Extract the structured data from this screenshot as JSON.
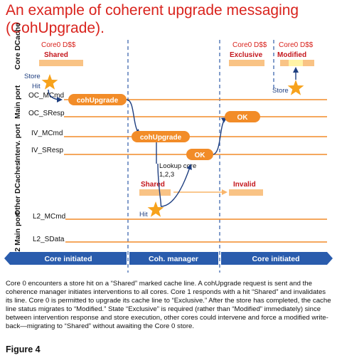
{
  "title": "An example of coherent upgrade messaging (CohUpgrade).",
  "lanes": {
    "core_dcache": "Core DCache",
    "main_port": "Main port",
    "interv_port": "Interv. port",
    "other_dcaches": "Other DCaches",
    "l2_main_port": "L2 Main port"
  },
  "signals": {
    "oc_mcmd": "OC_MCmd",
    "oc_sresp": "OC_SResp",
    "iv_mcmd": "IV_MCmd",
    "iv_sresp": "IV_SResp",
    "l2_mcmd": "L2_MCmd",
    "l2_sdata": "L2_SData"
  },
  "cache_headers": {
    "core0_1": "Core0 D$$",
    "core0_2": "Core0 D$$",
    "core0_3": "Core0 D$$"
  },
  "states": {
    "shared": "Shared",
    "exclusive": "Exclusive",
    "modified": "Modified",
    "other_shared": "Shared",
    "invalid": "Invalid"
  },
  "events": {
    "store1": "Store",
    "hit1": "Hit",
    "store2": "Store",
    "hit2": "Hit",
    "lookup_line1": "Lookup core",
    "lookup_line2": "1,2,3"
  },
  "messages": {
    "cohupgrade1": "cohUpgrade",
    "cohupgrade2": "cohUpgrade",
    "ok1": "OK",
    "ok2": "OK"
  },
  "phases": {
    "core_initiated_1": "Core initiated",
    "coh_manager": "Coh. manager",
    "core_initiated_2": "Core initiated"
  },
  "caption": "Core 0 encounters a store hit on a “Shared” marked cache line. A cohUpgrade request is sent and the coherence manager initiates interventions to all cores. Core 1 responds with a hit “Shared” and invalidates its line. Core 0 is permitted to upgrade its cache line to “Exclusive.” After the store has completed, the cache line status migrates to “Modified.” State “Exclusive” is required (rather than “Modified” immediately) since between intervention response and store execution, other cores could intervene and force a modified write-back—migrating to “Shared” without awaiting the Core 0 store.",
  "figure_label": "Figure 4",
  "colors": {
    "title": "#d9231d",
    "state_text": "#c4161c",
    "orange": "#f28c28",
    "light_orange": "#f9c385",
    "blue": "#1f4e96",
    "dash": "#2e5aa8",
    "star": "#f7a21b"
  }
}
